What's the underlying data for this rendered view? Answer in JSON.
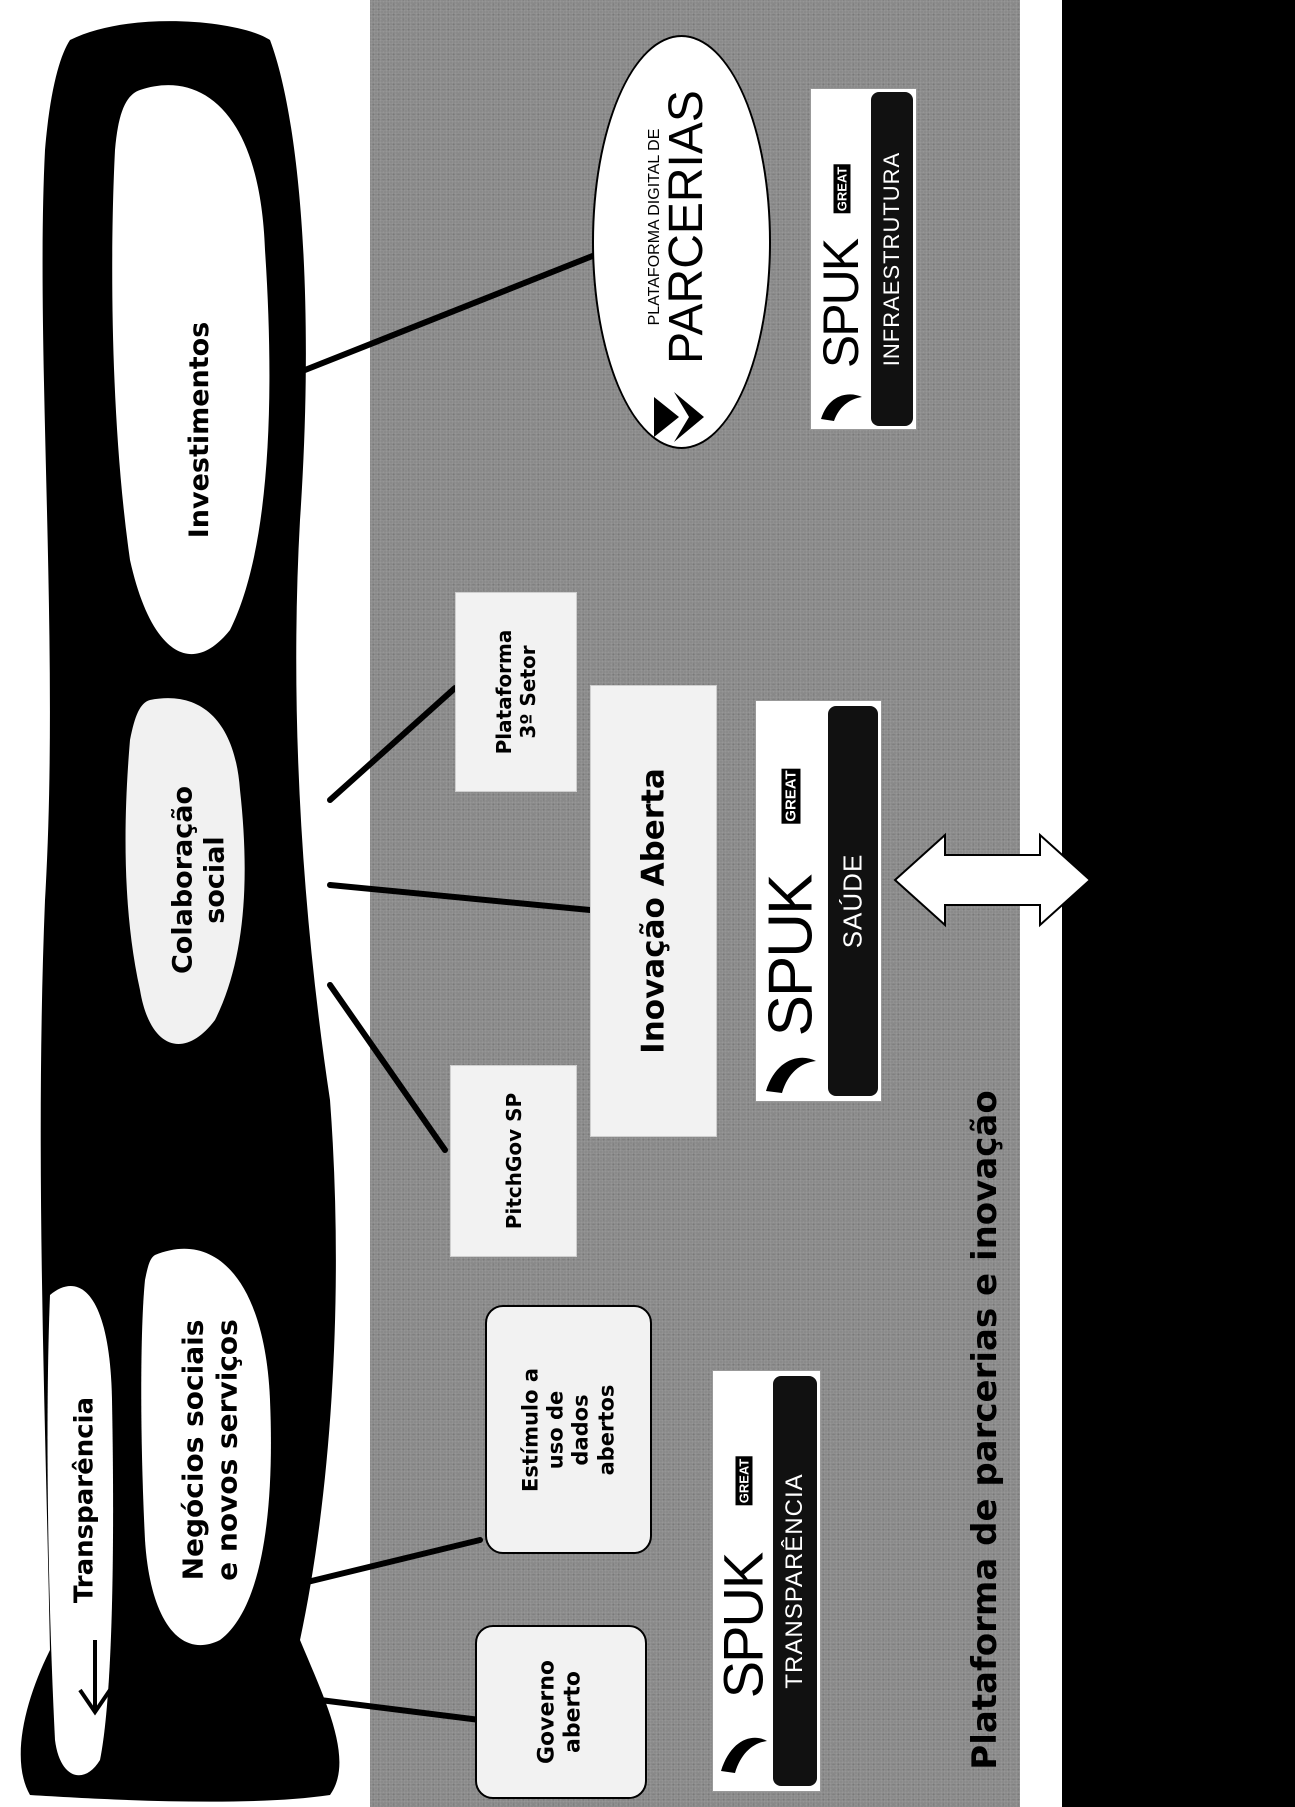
{
  "bubbles": {
    "investimentos": "Investimentos",
    "colaboracao_line1": "Colaboração",
    "colaboracao_line2": "social",
    "negocios_line1": "Negócios sociais",
    "negocios_line2": "e  novos serviços",
    "transparencia_arrow": "Transparência"
  },
  "boxes": {
    "governo_line1": "Governo",
    "governo_line2": "aberto",
    "estimulo_line1": "Estímulo a",
    "estimulo_line2": "uso de",
    "estimulo_line3": "dados",
    "estimulo_line4": "abertos",
    "pitchgov": "PitchGov SP",
    "inovacao": "Inovação Aberta",
    "plataforma3_line1": "Plataforma",
    "plataforma3_line2": "3º Setor"
  },
  "logos": {
    "parcerias_small": "PLATAFORMA DIGITAL DE",
    "parcerias_big": "PARCERIAS",
    "spuk": "SPUK",
    "great": "GREAT",
    "transparencia_bar": "TRANSPARÊNCIA",
    "saude_bar": "SAÚDE",
    "infra_bar": "INFRAESTRUTURA"
  },
  "panel_title": "Plataforma de parcerias e inovação",
  "colors": {
    "panel_grey": "#8a8a8a",
    "black": "#000000",
    "box_fill": "#f2f2f2"
  }
}
